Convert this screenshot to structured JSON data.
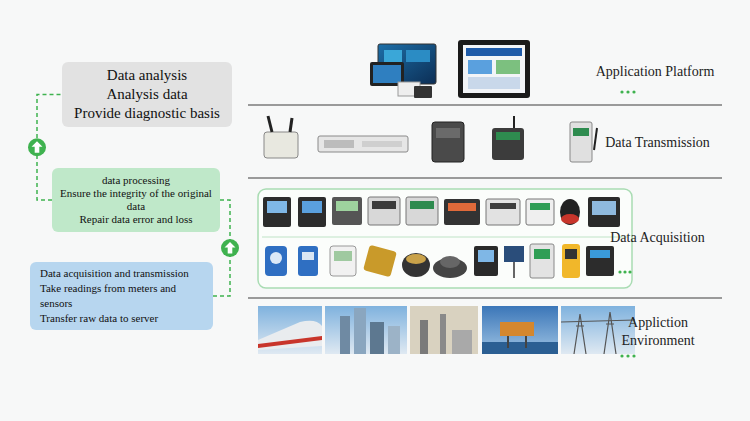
{
  "diagram": {
    "nodes": [
      {
        "text": [
          "Data analysis",
          "Analysis data",
          "Provide diagnostic basis"
        ]
      },
      {
        "text": [
          "data processing",
          "Ensure the integrity of the original data",
          "Repair data error and loss"
        ]
      },
      {
        "text": [
          "Data acquisition and transmission",
          "Take readings from meters and sensors",
          "Transfer raw data to server"
        ]
      }
    ],
    "edges": [
      {
        "from": 2,
        "to": 1,
        "arrow": "to"
      },
      {
        "from": 1,
        "to": 0,
        "arrow": "to"
      }
    ],
    "labels": [
      "Application Platform",
      "Data Transmission",
      "Data Acquisition",
      "Appliction Environment"
    ]
  }
}
